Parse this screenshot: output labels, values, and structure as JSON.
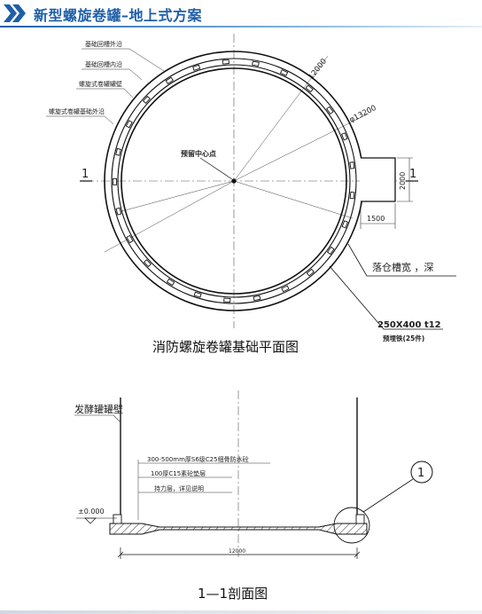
{
  "header": {
    "title": "新型螺旋卷罐–地上式方案",
    "chevron_icon": "double-chevron-right-icon",
    "accent_color": "#1f5fa8"
  },
  "plan": {
    "caption": "消防螺旋卷罐基础平面图",
    "labels": {
      "outer_edge": "基础回槽外沿",
      "inner_edge": "基础回槽内沿",
      "tank_wall": "螺旋式卷罐罐壁",
      "foundation_outer": "螺旋式卷罐基础外沿",
      "center": "预留中心点",
      "dim_inner": "12000",
      "dim_outer": "φ13200",
      "dim_height": "2000",
      "dim_width": "1500",
      "section_mark": "1",
      "groove": "落仓槽宽    ，深",
      "embed_size": "250X400 t12",
      "embed_name": "预埋铁(25件)"
    }
  },
  "section": {
    "caption": "1—1剖面图",
    "labels": {
      "tank_wall": "发酵罐罐壁",
      "layer1": "300-500mm厚S6级C25细骨防水砼",
      "layer2": "100厚C15素砼垫层",
      "layer3": "持力层，详见说明",
      "level": "±0.000",
      "width": "12000",
      "detail_ref": "1"
    }
  }
}
